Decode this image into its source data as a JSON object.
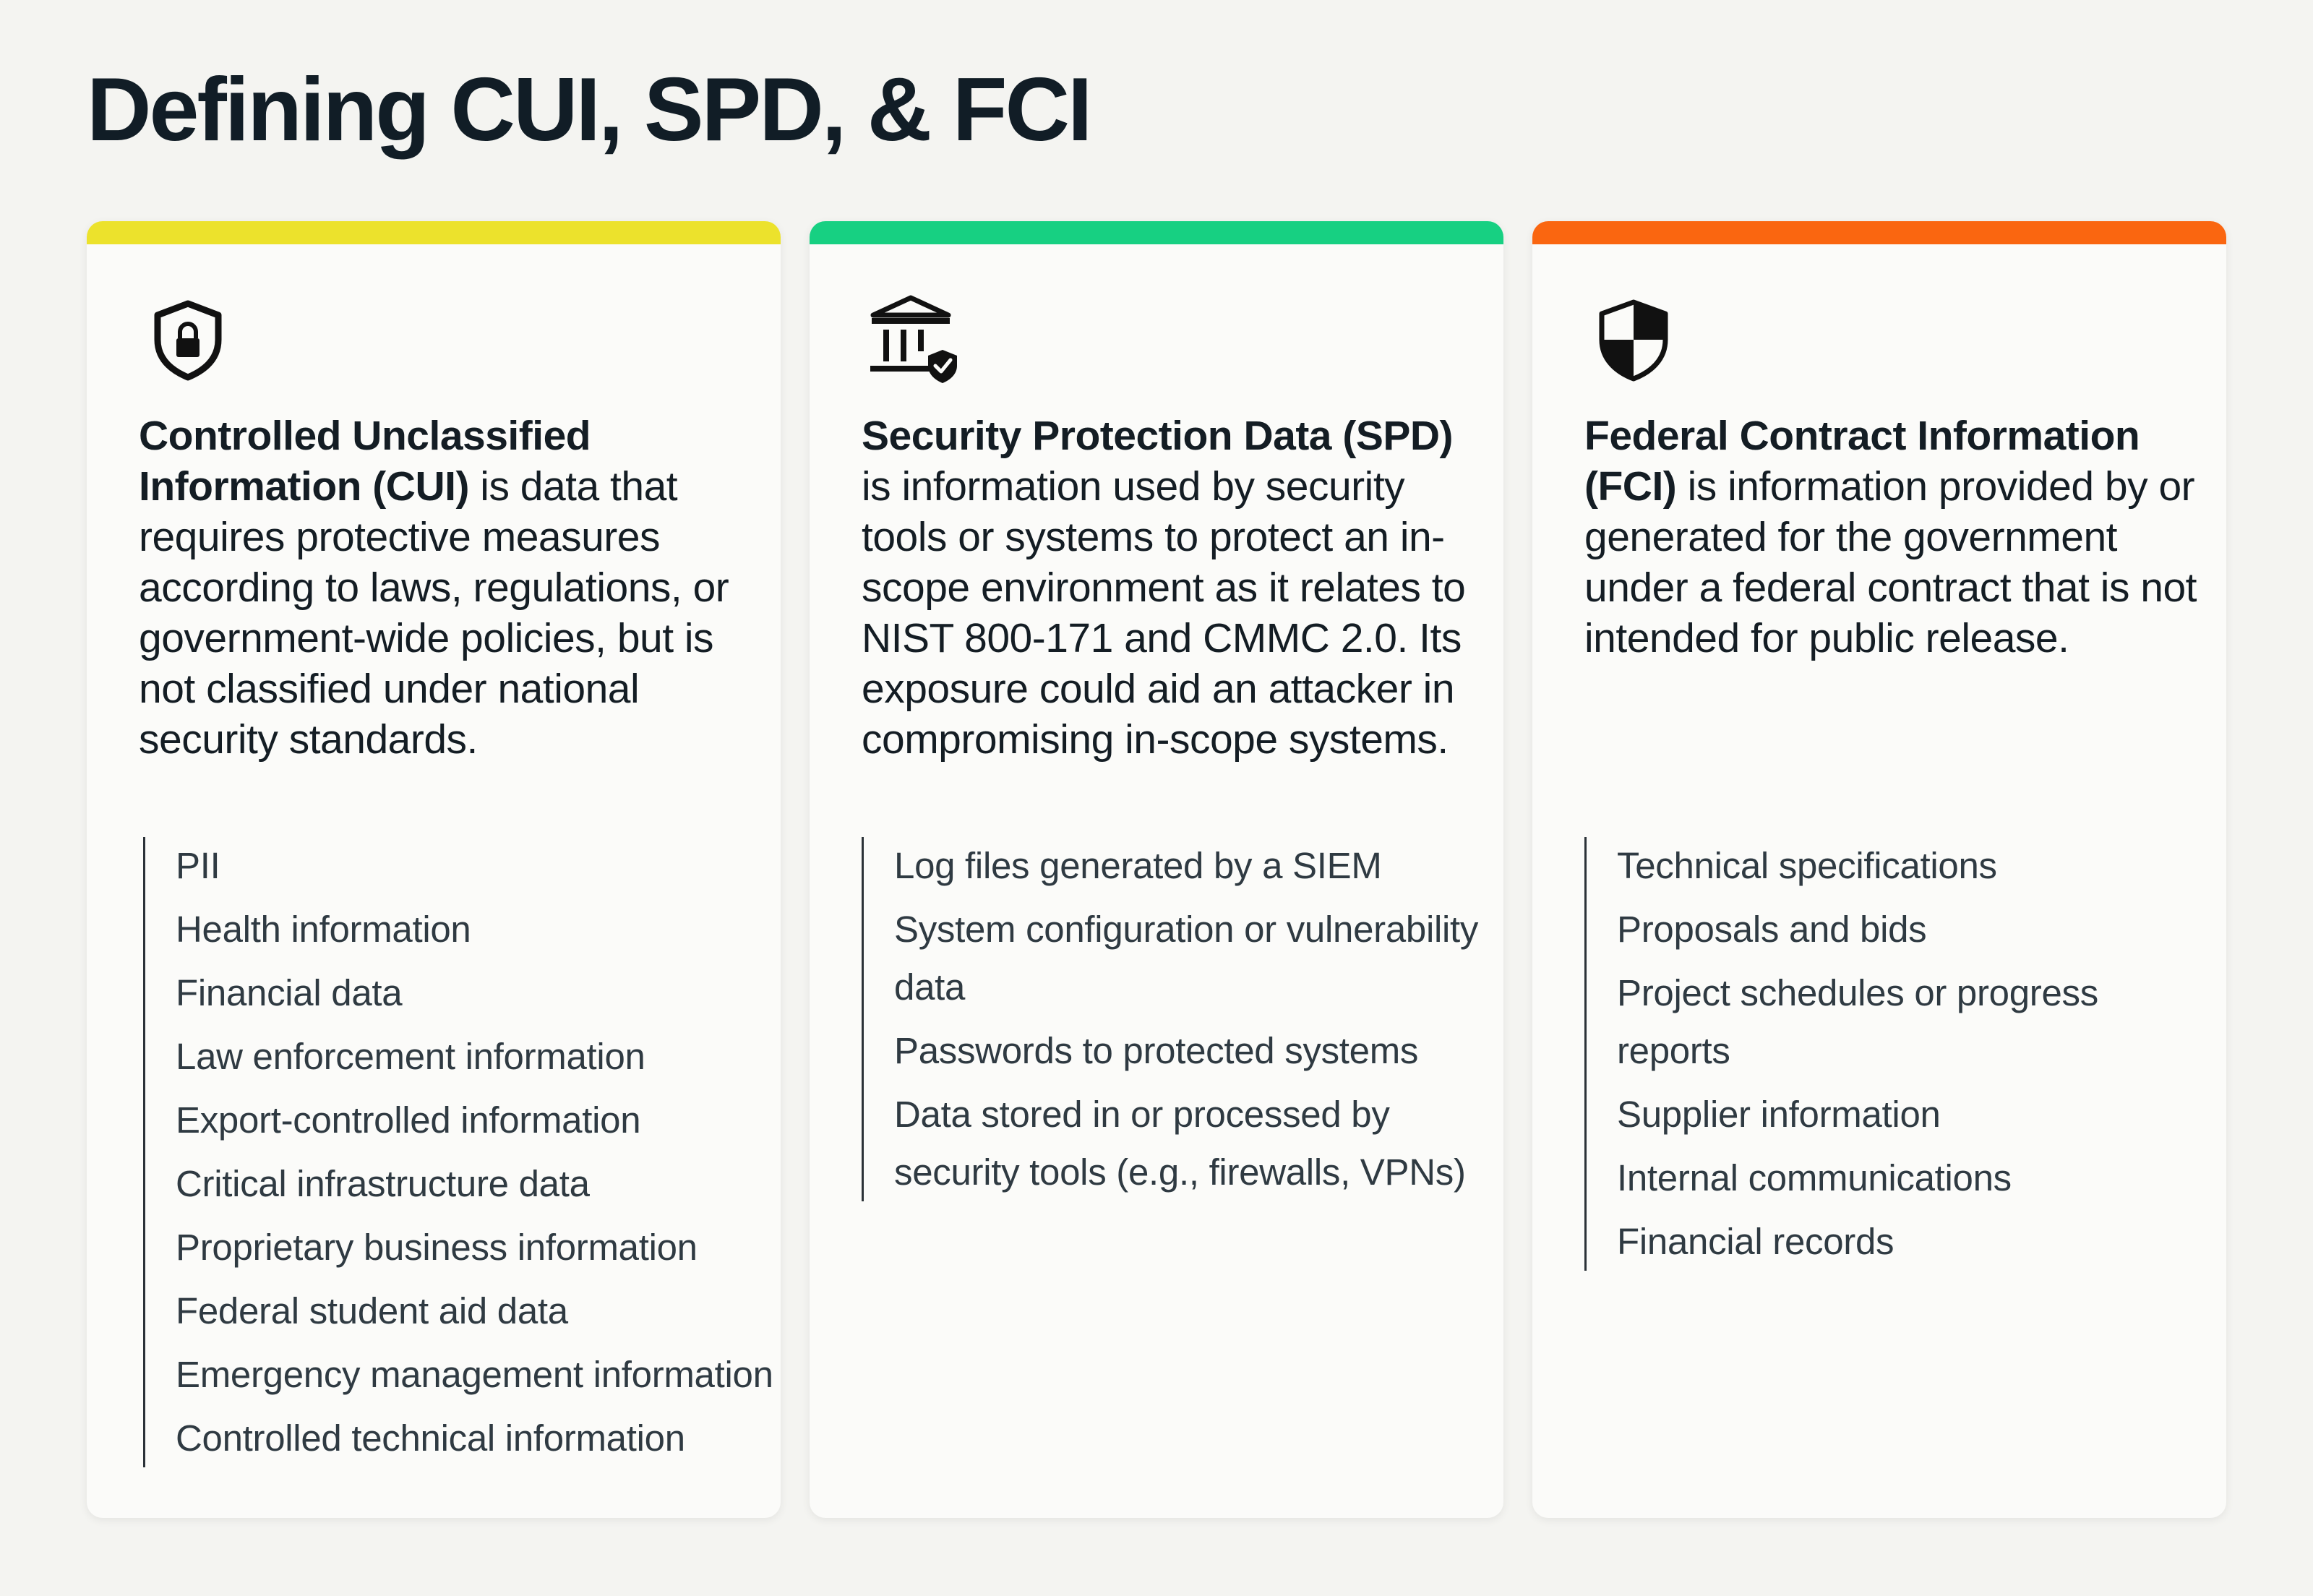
{
  "title": "Defining CUI, SPD, & FCI",
  "cards": [
    {
      "accent_color": "#ece22c",
      "icon": "shield-lock-icon",
      "term": "Controlled Unclassified Information (CUI)",
      "description": " is data that requires protective measures according to laws, regulations, or government-wide policies, but is not classified under national security standards.",
      "examples": [
        "PII",
        "Health information",
        "Financial data",
        "Law enforcement information",
        "Export-controlled information",
        "Critical infrastructure data",
        "Proprietary business information",
        "Federal student aid data",
        "Emergency management information",
        "Controlled technical information"
      ]
    },
    {
      "accent_color": "#17d082",
      "icon": "government-building-check-icon",
      "term": "Security Protection Data (SPD)",
      "description": " is information used by security tools or systems to protect an in-scope environment as it relates to NIST 800-171 and CMMC 2.0. Its exposure could aid an attacker in compromising in-scope systems.",
      "examples": [
        "Log files generated by a SIEM",
        "System configuration or vulnerability data",
        "Passwords to protected systems",
        "Data stored in or processed by security tools (e.g., firewalls, VPNs)"
      ]
    },
    {
      "accent_color": "#fa6610",
      "icon": "shield-half-icon",
      "term": "Federal Contract Information (FCI)",
      "description": " is information provided by or generated for the government under a federal contract that is not intended for public release.",
      "examples": [
        "Technical specifications",
        "Proposals and bids",
        "Project schedules or progress reports",
        "Supplier information",
        "Internal communications",
        "Financial records"
      ]
    }
  ]
}
